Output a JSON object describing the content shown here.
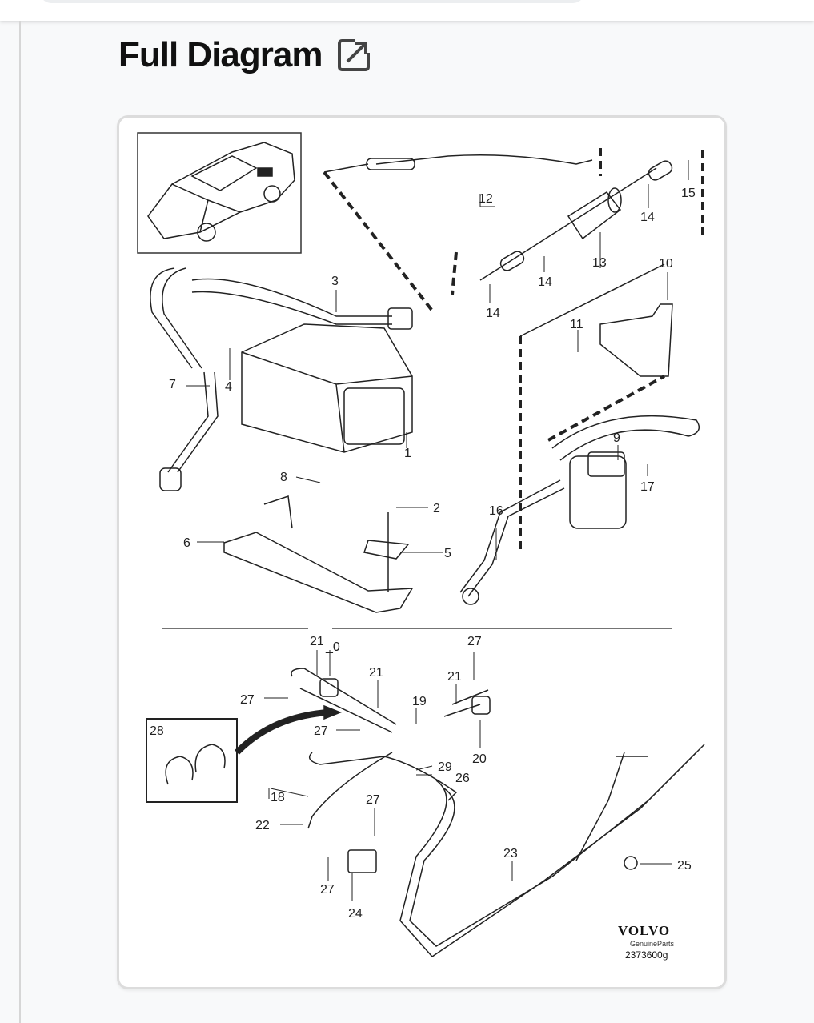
{
  "header": {
    "title": "Full Diagram",
    "external_link_icon": "external-link-icon"
  },
  "diagram": {
    "brand": "VOLVO",
    "brand_subtitle": "GenuineParts",
    "diagram_code": "2373600g",
    "callouts": {
      "c1": "1",
      "c2": "2",
      "c3": "3",
      "c4": "4",
      "c5": "5",
      "c6": "6",
      "c7": "7",
      "c8": "8",
      "c9": "9",
      "c10": "10",
      "c11": "11",
      "c12": "12",
      "c13": "13",
      "c14a": "14",
      "c14b": "14",
      "c14c": "14",
      "c15": "15",
      "c16": "16",
      "c17": "17",
      "c18": "18",
      "c19": "19",
      "c20": "20",
      "c21a": "21",
      "c21b": "21",
      "c21c": "21",
      "c20b": "_0",
      "c22": "22",
      "c23": "23",
      "c24": "24",
      "c25": "25",
      "c26": "26",
      "c27a": "27",
      "c27b": "27",
      "c27c": "27",
      "c27d": "27",
      "c27e": "27",
      "c28": "28",
      "c29": "29"
    }
  }
}
